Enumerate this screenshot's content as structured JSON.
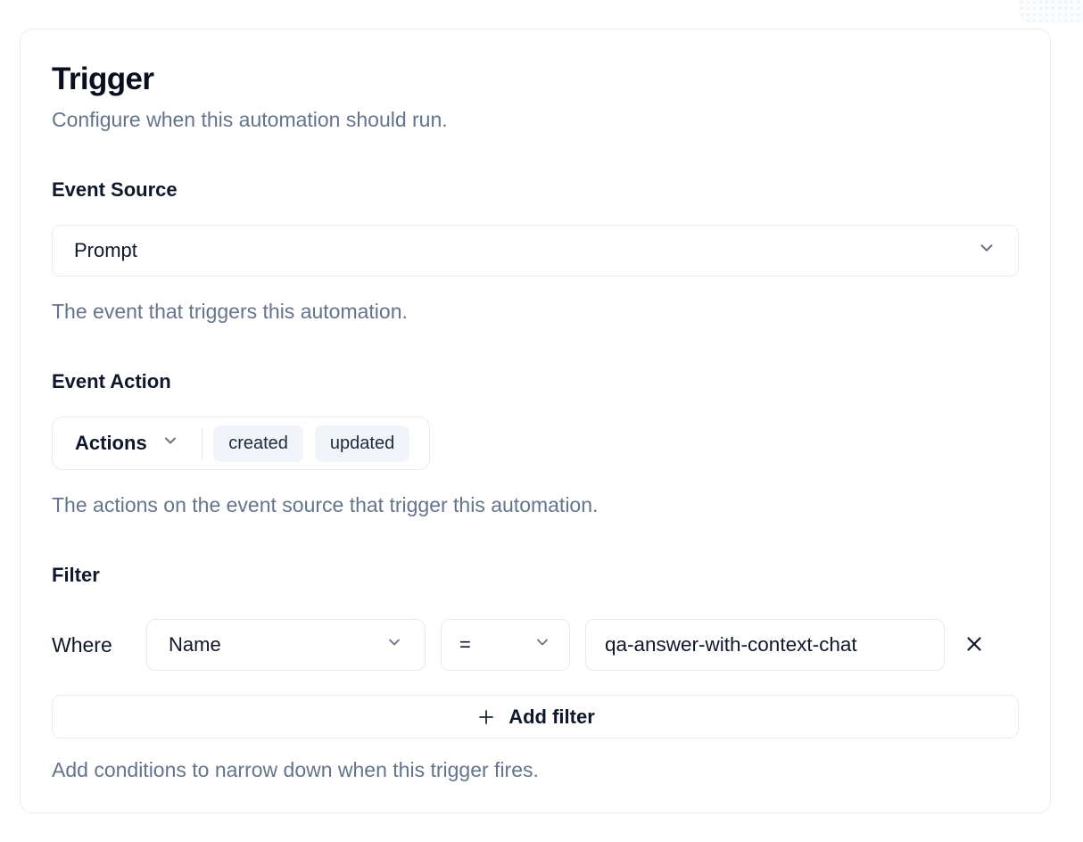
{
  "card": {
    "title": "Trigger",
    "subtitle": "Configure when this automation should run.",
    "event_source": {
      "label": "Event Source",
      "select_value": "Prompt",
      "helper": "The event that triggers this automation."
    },
    "event_action": {
      "label": "Event Action",
      "dropdown_label": "Actions",
      "chips": [
        "created",
        "updated"
      ],
      "helper": "The actions on the event source that trigger this automation."
    },
    "filter": {
      "label": "Filter",
      "where_label": "Where",
      "field_value": "Name",
      "operator_value": "=",
      "value_input": "qa-answer-with-context-chat",
      "add_filter_label": "Add filter",
      "helper": "Add conditions to narrow down when this trigger fires."
    }
  },
  "icons": {
    "chevron_down": "chevron-down-icon",
    "close": "close-icon",
    "plus": "plus-icon"
  },
  "colors": {
    "card_bg": "#ffffff",
    "border": "#e5e9f0",
    "text_dark": "#0f172a",
    "text_gray": "#64748b",
    "chip_bg": "#f1f5f9",
    "chevron_gray": "#6b7280"
  }
}
